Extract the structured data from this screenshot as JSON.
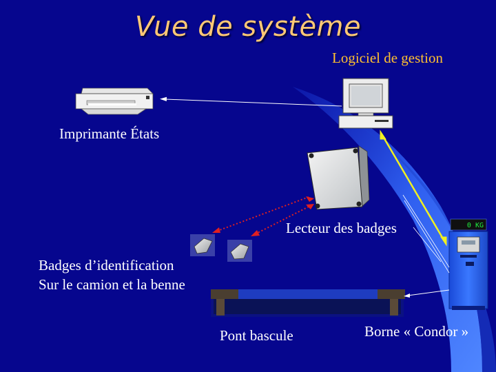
{
  "title": "Vue de système",
  "labels": {
    "software": "Logiciel de gestion",
    "printer": "Imprimante États",
    "badge_reader": "Lecteur des badges",
    "badges_line1": "Badges d’identification",
    "badges_line2": "Sur le camion et la benne",
    "weighbridge": "Pont bascule",
    "terminal": "Borne « Condor »"
  },
  "terminal_display": "0 KG",
  "colors": {
    "background": "#06068e",
    "title": "#ffc875",
    "label": "#ffffff",
    "software_label": "#ffc030",
    "beam": "#3a6cf0",
    "link_serial": "#f0f020",
    "link_rf": "#e02020"
  }
}
